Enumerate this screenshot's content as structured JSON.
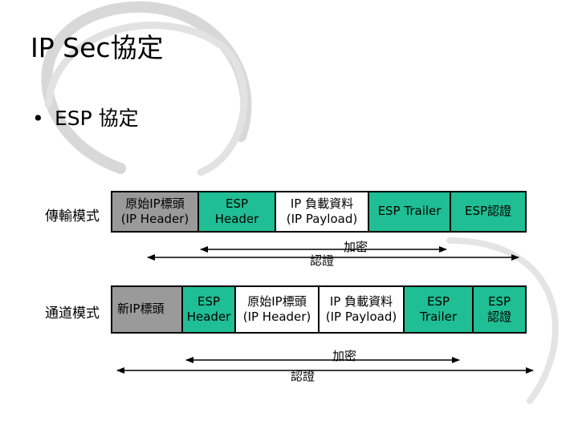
{
  "slide": {
    "title": "IP Sec協定",
    "bullet_symbol": "•",
    "bullet": "ESP 協定"
  },
  "transport": {
    "mode_label": "傳輸模式",
    "cells": [
      {
        "l1": "原始IP標頭",
        "l2": "(IP Header)",
        "color": "gray"
      },
      {
        "l1": "ESP",
        "l2": "Header",
        "color": "green"
      },
      {
        "l1": "IP 負載資料",
        "l2": "(IP Payload)",
        "color": "white"
      },
      {
        "l1": "ESP Trailer",
        "l2": "",
        "color": "green"
      },
      {
        "l1": "ESP認證",
        "l2": "",
        "color": "green"
      }
    ],
    "encrypt_label": "加密",
    "auth_label": "認證"
  },
  "tunnel": {
    "mode_label": "通道模式",
    "cells": [
      {
        "l1": "新IP標頭",
        "l2": "",
        "color": "gray"
      },
      {
        "l1": "ESP",
        "l2": "Header",
        "color": "green"
      },
      {
        "l1": "原始IP標頭",
        "l2": "(IP Header)",
        "color": "white"
      },
      {
        "l1": "IP 負載資料",
        "l2": "(IP Payload)",
        "color": "white"
      },
      {
        "l1": "ESP",
        "l2": "Trailer",
        "color": "green"
      },
      {
        "l1": "ESP",
        "l2": "認證",
        "color": "green"
      }
    ],
    "encrypt_label": "加密",
    "auth_label": "認證"
  },
  "colors": {
    "green": "#1fbe94",
    "gray": "#9a9a9a",
    "swirl": "#d6d6d6"
  }
}
